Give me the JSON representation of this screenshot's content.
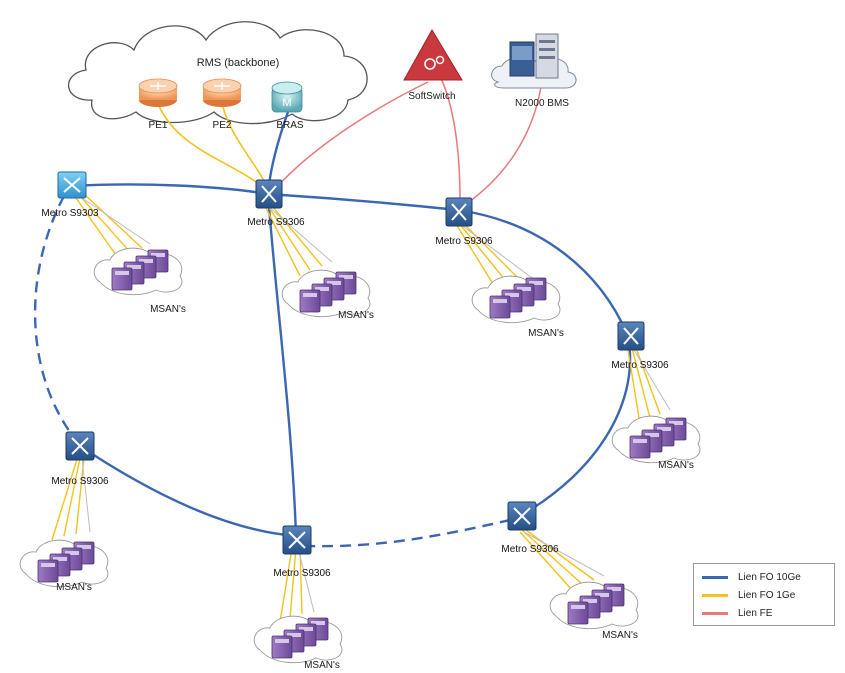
{
  "cloud": {
    "title": "RMS (backbone)"
  },
  "routers": {
    "pe1": "PE1",
    "pe2": "PE2",
    "bras": "BRAS"
  },
  "softswitch": {
    "label": "SoftSwitch"
  },
  "n2000": {
    "label": "N2000 BMS"
  },
  "metro_label_primary": "Metro S9303",
  "metro_label": "Metro S9306",
  "msan_label": "MSAN's",
  "legend": [
    {
      "label": "Lien FO 10Ge",
      "color": "#3a66b4"
    },
    {
      "label": "Lien FO 1Ge",
      "color": "#f3c21c"
    },
    {
      "label": "Lien FE",
      "color": "#e8787a"
    }
  ],
  "colors": {
    "fo10": "#3a66b4",
    "fo1": "#f3c21c",
    "fe": "#e8787a",
    "switch": "#2f5f99",
    "msan": "#8a64b0",
    "router": "#f4a56a",
    "softswitch": "#c9393d"
  }
}
